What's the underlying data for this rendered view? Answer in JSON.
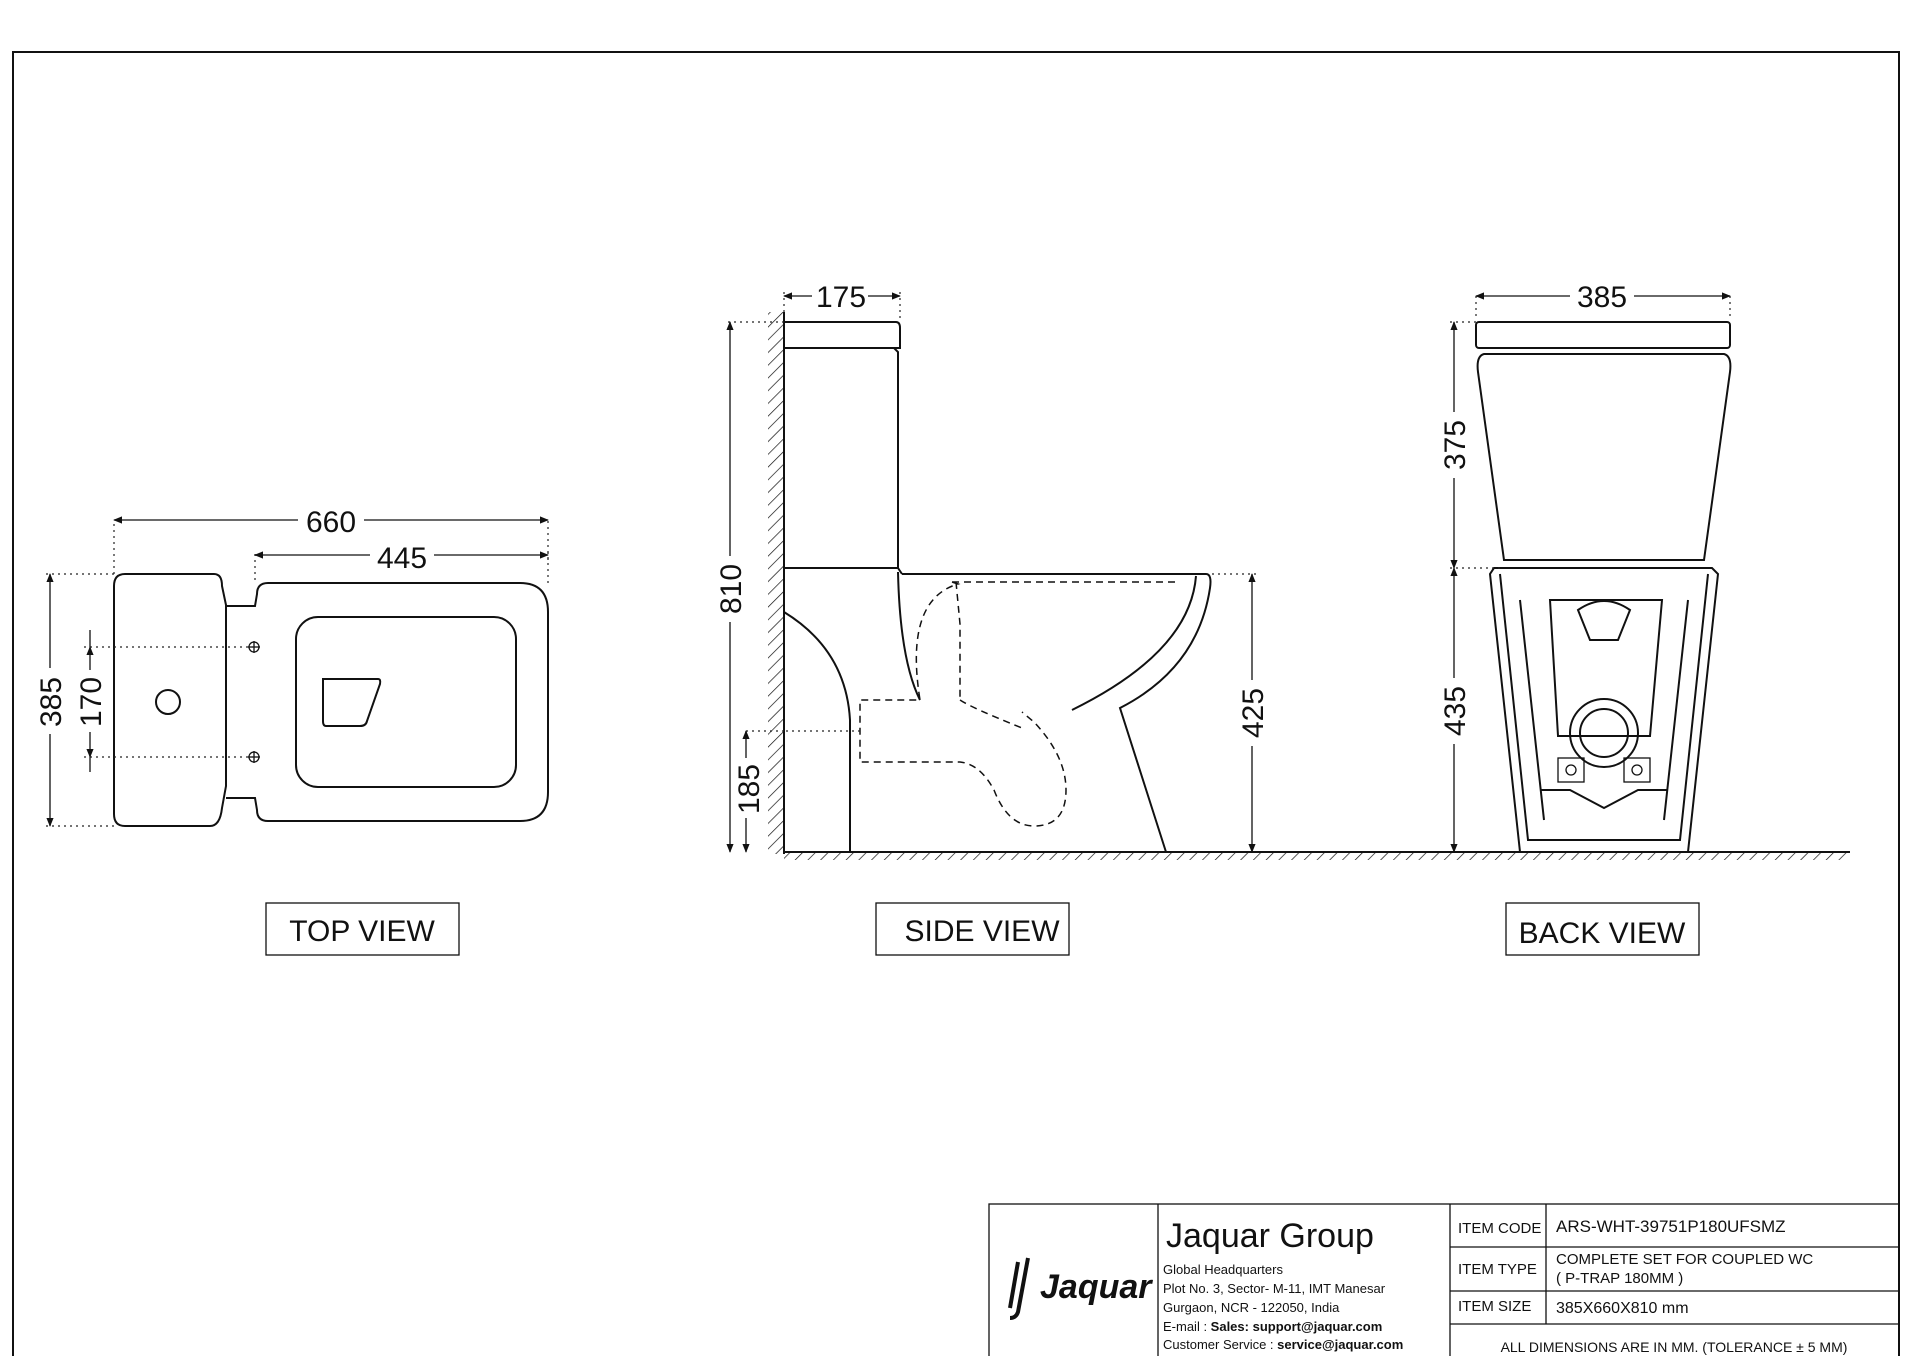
{
  "views": {
    "top": {
      "label": "TOP VIEW",
      "dimensions": [
        "660",
        "445",
        "385",
        "170"
      ]
    },
    "side": {
      "label": "SIDE VIEW",
      "dimensions": [
        "175",
        "810",
        "185",
        "425"
      ]
    },
    "back": {
      "label": "BACK VIEW",
      "dimensions": [
        "385",
        "375",
        "435"
      ]
    }
  },
  "title_block": {
    "brand_name": "Jaquar",
    "company": "Jaquar Group",
    "address_lines": [
      "Global Headquarters",
      "Plot No. 3, Sector- M-11, IMT Manesar",
      "Gurgaon, NCR - 122050, India"
    ],
    "email_label": "E-mail : ",
    "email_value": "Sales: support@jaquar.com",
    "service_label": "Customer Service : ",
    "service_value": "service@jaquar.com",
    "item_code_label": "ITEM  CODE",
    "item_code_value": "ARS-WHT-39751P180UFSMZ",
    "item_type_label": "ITEM  TYPE",
    "item_type_value_1": "COMPLETE SET FOR COUPLED WC",
    "item_type_value_2": "( P-TRAP 180MM )",
    "item_size_label": "ITEM  SIZE",
    "item_size_value": "385X660X810 mm",
    "note": "ALL DIMENSIONS ARE IN MM. (TOLERANCE ± 5 MM)"
  }
}
